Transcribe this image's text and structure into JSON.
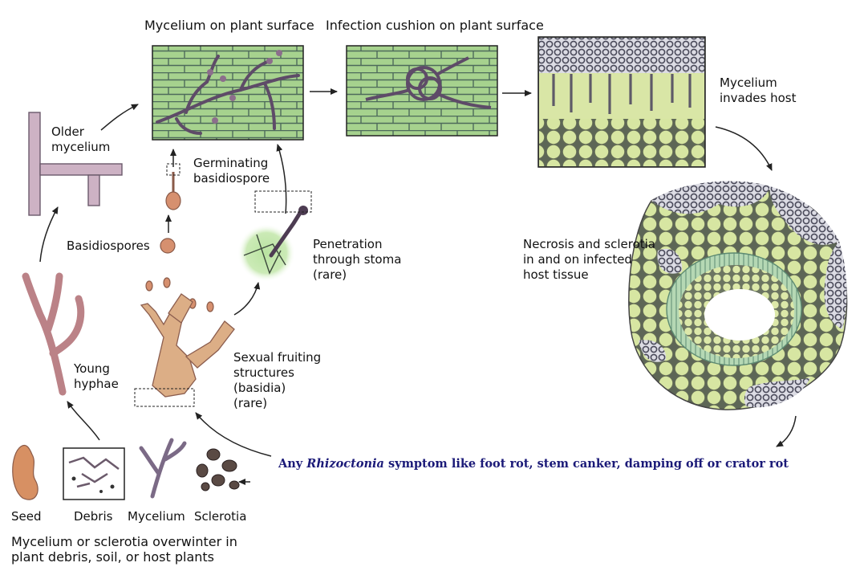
{
  "stages": {
    "mycelium_surface": "Mycelium on plant surface",
    "infection_cushion": "Infection cushion on plant surface",
    "invades": [
      "Mycelium",
      "invades host"
    ],
    "necrosis": [
      "Necrosis and sclerotia",
      "in and on infected",
      "host tissue"
    ],
    "older_mycelium": [
      "Older",
      "mycelium"
    ],
    "germinating": [
      "Germinating",
      "basidiospore"
    ],
    "basidiospores": "Basidiospores",
    "penetration": [
      "Penetration",
      "through stoma",
      "(rare)"
    ],
    "young_hyphae": [
      "Young",
      "hyphae"
    ],
    "sexual": [
      "Sexual fruiting",
      "structures",
      "(basidia)",
      "(rare)"
    ]
  },
  "sources": {
    "seed": "Seed",
    "debris": "Debris",
    "mycelium": "Mycelium",
    "sclerotia": "Sclerotia"
  },
  "overwinter": [
    "Mycelium or sclerotia overwinter in",
    "plant debris, soil, or host plants"
  ],
  "symptom": {
    "before": "Any ",
    "genus": "Rhizoctonia",
    "after": " symptom like foot rot, stem canker, damping off or crator rot"
  },
  "colors": {
    "symptom_text": "#1b1a78",
    "cell_green": "#cfe3a0",
    "surface_green": "#9fcf8c",
    "hypha_purple": "#6e5a78",
    "hypha_pink": "#c98b7a"
  },
  "icons": [
    "arrow",
    "fungus-hypha",
    "basidiospore",
    "stoma-cell",
    "seed",
    "debris",
    "sclerotia",
    "stem-cross-section"
  ]
}
